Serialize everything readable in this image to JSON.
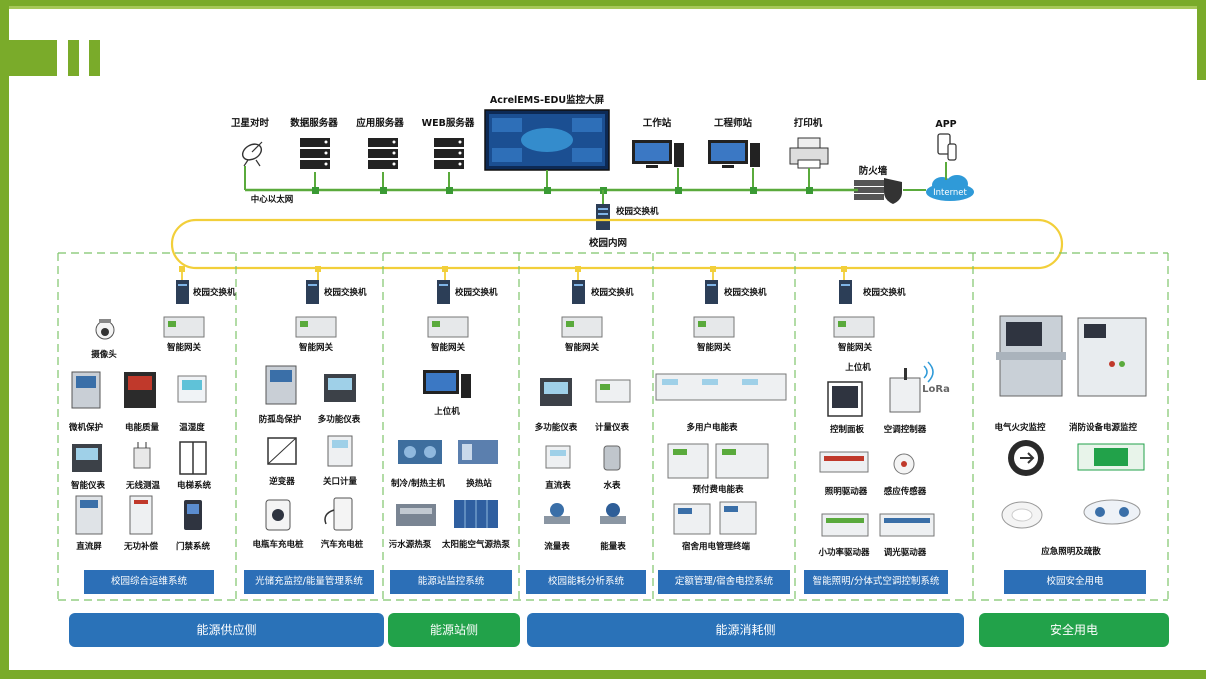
{
  "top_row": {
    "satellite": "卫星对时",
    "data_server": "数据服务器",
    "app_server": "应用服务器",
    "web_server": "WEB服务器",
    "big_screen": "AcrelEMS-EDU监控大屏",
    "workstation": "工作站",
    "engineer_station": "工程师站",
    "printer": "打印机",
    "firewall": "防火墙",
    "app": "APP",
    "internet": "Internet",
    "central_ethernet": "中心以太网"
  },
  "core_switch": "校园交换机",
  "campus_intranet": "校园内网",
  "columns": [
    {
      "switch": "校园交换机",
      "gateway": "智能网关",
      "devices": [
        "摄像头",
        "微机保护",
        "电能质量",
        "温湿度",
        "智能仪表",
        "无线测温",
        "电梯系统",
        "直流屏",
        "无功补偿",
        "门禁系统"
      ],
      "system": "校园综合运维系统"
    },
    {
      "switch": "校园交换机",
      "gateway": "智能网关",
      "devices": [
        "防孤岛保护",
        "多功能仪表",
        "逆变器",
        "关口计量",
        "电瓶车充电桩",
        "汽车充电桩"
      ],
      "system": "光储充监控/能量管理系统"
    },
    {
      "switch": "校园交换机",
      "gateway": "智能网关",
      "devices": [
        "上位机",
        "制冷/制热主机",
        "换热站",
        "污水源热泵",
        "太阳能空气源热泵"
      ],
      "system": "能源站监控系统"
    },
    {
      "switch": "校园交换机",
      "gateway": "智能网关",
      "devices": [
        "多功能仪表",
        "计量仪表",
        "直流表",
        "水表",
        "流量表",
        "能量表"
      ],
      "system": "校园能耗分析系统"
    },
    {
      "switch": "校园交换机",
      "gateway": "智能网关",
      "devices": [
        "多用户电能表",
        "预付费电能表",
        "宿舍用电管理终端"
      ],
      "system": "定额管理/宿舍电控系统"
    },
    {
      "switch": "校园交换机",
      "gateway": "智能网关",
      "devices": [
        "上位机",
        "LoRa",
        "控制面板",
        "空调控制器",
        "照明驱动器",
        "感应传感器",
        "小功率驱动器",
        "调光驱动器"
      ],
      "system": "智能照明/分体式空调控制系统"
    },
    {
      "devices": [
        "电气火灾监控",
        "消防设备电源监控",
        "应急照明及疏散"
      ],
      "system": "校园安全用电"
    }
  ],
  "bottom": [
    "能源供应侧",
    "能源站侧",
    "能源消耗侧",
    "安全用电"
  ],
  "colors": {
    "frame_green": "#7aab2a",
    "line_green": "#5aaa3c",
    "ring_yellow": "#f2cf3a",
    "dashed_green": "#7ec46b",
    "system_blue": "#2c6fb7",
    "bottom_blue": "#2a72b8",
    "bottom_green": "#22a24a"
  }
}
